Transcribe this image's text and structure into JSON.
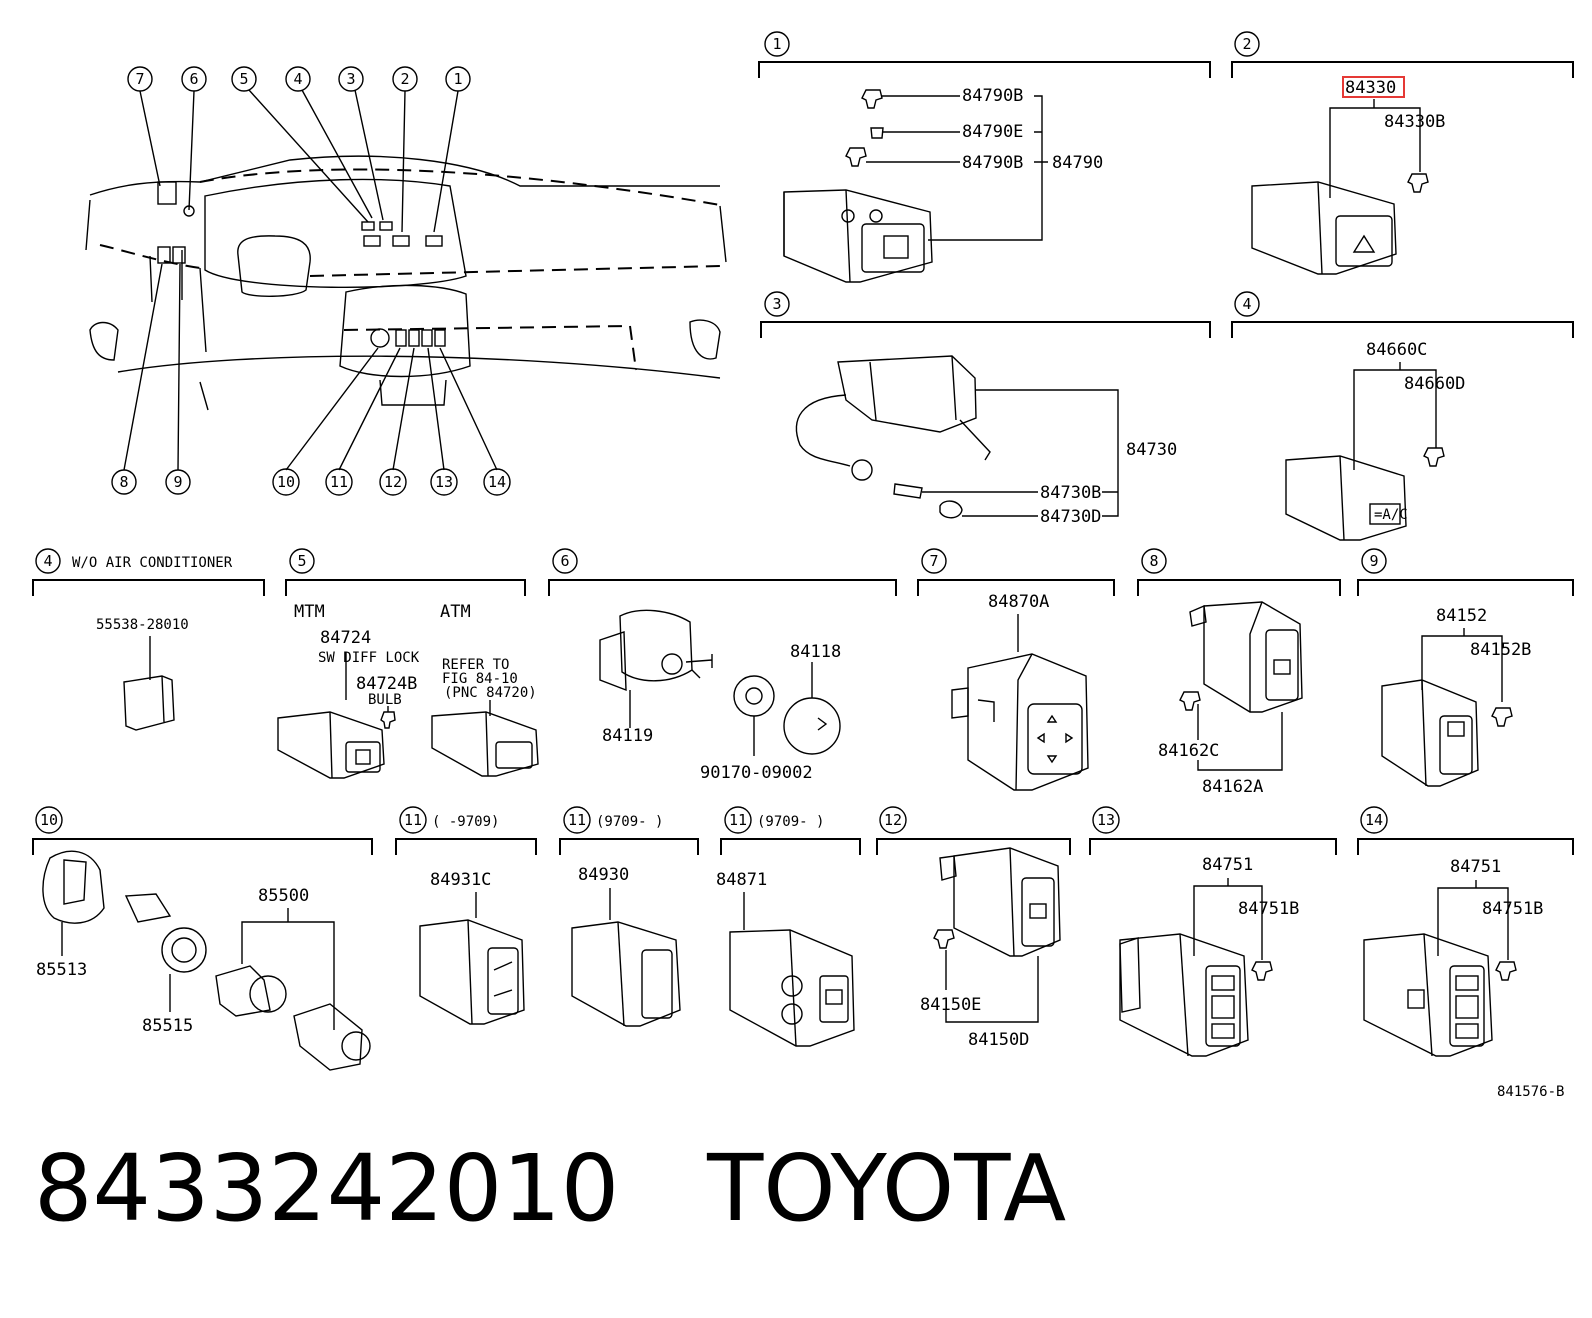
{
  "callouts_top": [
    "7",
    "6",
    "5",
    "4",
    "3",
    "2",
    "1"
  ],
  "callouts_bottom": [
    "8",
    "9",
    "10",
    "11",
    "12",
    "13",
    "14"
  ],
  "sections": {
    "s1": {
      "num": "1",
      "parts": [
        "84790B",
        "84790E",
        "84790B",
        "84790"
      ]
    },
    "s2": {
      "num": "2",
      "parts": [
        "84330",
        "84330B"
      ]
    },
    "s3": {
      "num": "3",
      "parts": [
        "84730",
        "84730B",
        "84730D"
      ]
    },
    "s4": {
      "num": "4",
      "parts": [
        "84660C",
        "84660D"
      ]
    },
    "s4b": {
      "num": "4",
      "title": "W/O AIR CONDITIONER",
      "parts": [
        "55538-28010"
      ]
    },
    "s5": {
      "num": "5",
      "mtm": "MTM",
      "atm": "ATM",
      "parts": [
        "84724",
        "SW DIFF LOCK",
        "84724B",
        "BULB"
      ],
      "refer": [
        "REFER TO",
        "FIG 84-10",
        "(PNC 84720)"
      ]
    },
    "s6": {
      "num": "6",
      "parts": [
        "84119",
        "84118",
        "90170-09002"
      ]
    },
    "s7": {
      "num": "7",
      "parts": [
        "84870A"
      ]
    },
    "s8": {
      "num": "8",
      "parts": [
        "84162C",
        "84162A"
      ]
    },
    "s9": {
      "num": "9",
      "parts": [
        "84152",
        "84152B"
      ]
    },
    "s10": {
      "num": "10",
      "parts": [
        "85500",
        "85513",
        "85515"
      ]
    },
    "s11a": {
      "num": "11",
      "range": "(        -9709)",
      "parts": [
        "84931C"
      ]
    },
    "s11b": {
      "num": "11",
      "range": "(9709-       )",
      "parts": [
        "84930"
      ]
    },
    "s11c": {
      "num": "11",
      "range": "(9709-       )",
      "parts": [
        "84871"
      ]
    },
    "s12": {
      "num": "12",
      "parts": [
        "84150E",
        "84150D"
      ]
    },
    "s13": {
      "num": "13",
      "parts": [
        "84751",
        "84751B"
      ]
    },
    "s14": {
      "num": "14",
      "parts": [
        "84751",
        "84751B"
      ]
    }
  },
  "figure_code": "841576-B",
  "footer": {
    "part_number": "8433242010",
    "brand": "TOYOTA"
  },
  "colors": {
    "highlight": "#e53935",
    "ink": "#000000"
  }
}
